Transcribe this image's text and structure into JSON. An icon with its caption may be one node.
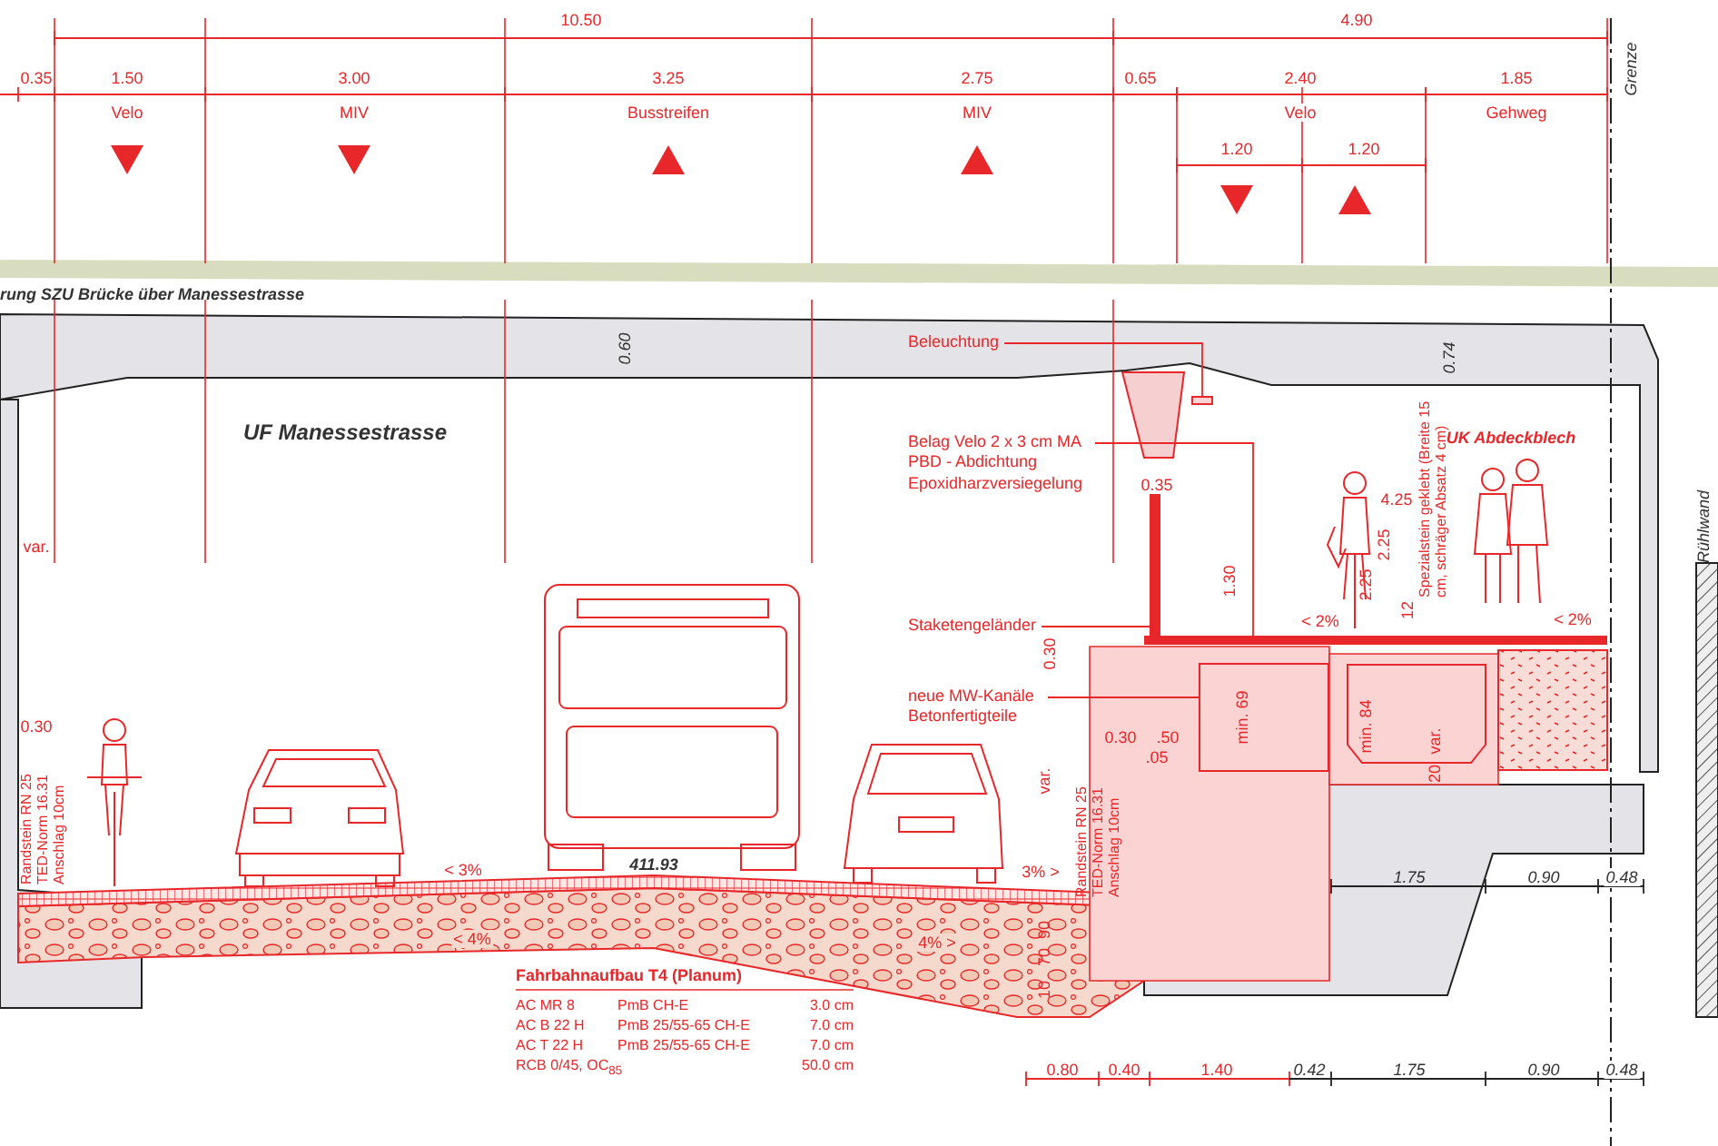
{
  "diagram": {
    "nodes": [
      {
        "text": [
          "Beleuchtung"
        ]
      },
      {
        "text": [],
        "shape": "box"
      },
      {
        "text": [
          "Belag Velo 2 x 3 cm MA PBD - Abdichtung Epoxidharzversiegelung"
        ]
      },
      {
        "text": [],
        "shape": "bar"
      },
      {
        "text": [
          "Staketengeländer"
        ]
      },
      {
        "text": [],
        "shape": "bar"
      },
      {
        "text": [
          "neue MW-Kanäle Betonfertigteile"
        ]
      },
      {
        "text": [],
        "shape": "box"
      }
    ],
    "edges": [
      {
        "from": 0,
        "to": 1,
        "arrow": "none"
      },
      {
        "from": 2,
        "to": 3,
        "arrow": "none"
      },
      {
        "from": 4,
        "to": 5,
        "arrow": "none"
      },
      {
        "from": 6,
        "to": 7,
        "arrow": "none"
      }
    ],
    "labels": [
      "10.50",
      "4.90",
      "0.35",
      "1.50",
      "3.00",
      "3.25",
      "2.75",
      "0.65",
      "2.40",
      "1.85",
      "Velo",
      "MIV",
      "Busstreifen",
      "MIV",
      "Velo",
      "Gehweg",
      "Grenze",
      "1.20",
      "1.20",
      "rung SZU Brücke über Manessestrasse",
      "0.60",
      "0.74",
      "UF Manessestrasse",
      "UK Abdeckblech",
      "0.35",
      "4.25",
      "Rühlwand",
      "var.",
      "2.25",
      "2.25",
      "Spezialstein geklebt (Breite 15 cm, schräger Absatz 4 cm)",
      "1.30",
      "0.30",
      "0.30",
      "< 2%",
      "12",
      "< 2%",
      "0.30",
      ".50",
      ".05",
      "min. 69",
      "min. 84",
      "var.",
      "20",
      "Randstein RN 25 TED-Norm 16.31 Anschlag 10cm",
      "var.",
      "Randstein RN 25 TED-Norm 16.31 Anschlag 10cm",
      "< 3%",
      "411.93",
      "3% >",
      "< 4%",
      "4% >",
      "1.75",
      "0.90",
      "0.48",
      "90",
      "70",
      "10",
      "Fahrbahnaufbau T4 (Planum)",
      "AC MR 8",
      "PmB CH-E",
      "3.0 cm",
      "AC B 22 H",
      "PmB 25/55-65 CH-E",
      "7.0 cm",
      "AC T 22 H",
      "PmB 25/55-65 CH-E",
      "7.0 cm",
      "RCB 0/45, OC$_{85}$",
      "50.0 cm",
      "0.80",
      "0.40",
      "1.40",
      "0.42",
      "1.75",
      "0.90",
      "0.48"
    ]
  }
}
